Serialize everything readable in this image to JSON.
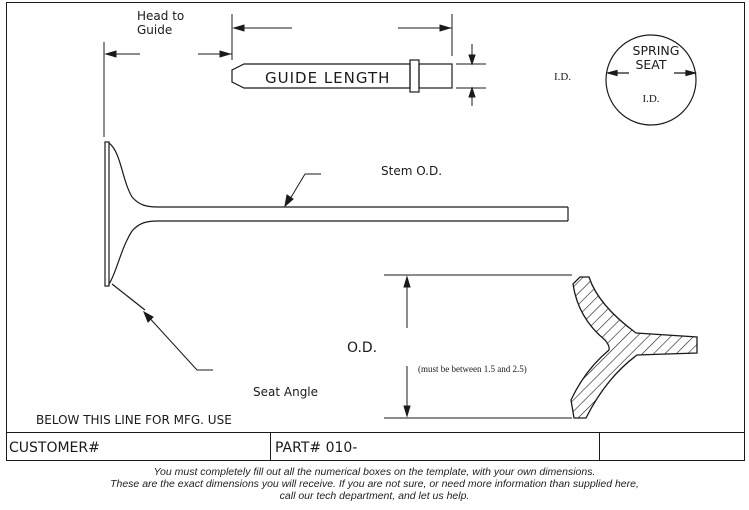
{
  "labels": {
    "head_to_guide_line1": "Head to",
    "head_to_guide_line2": "Guide",
    "guide_length": "GUIDE LENGTH",
    "guide_id": "I.D.",
    "spring_seat_line1": "SPRING",
    "spring_seat_line2": "SEAT",
    "spring_seat_id": "I.D.",
    "stem_od": "Stem O.D.",
    "seat_angle": "Seat Angle",
    "od": "O.D.",
    "od_range_note": "(must be between 1.5 and 2.5)",
    "mfg_line": "BELOW THIS LINE FOR MFG. USE"
  },
  "form": {
    "customer_label": "CUSTOMER#",
    "part_label": "PART# 010-"
  },
  "footer": {
    "line1": "You must completely fill out all the numerical boxes on the template, with your own dimensions.",
    "line2": "These are the exact dimensions you will receive. If you are not sure, or need more information than supplied here,",
    "line3": "call our tech department, and let us help."
  },
  "colors": {
    "ink": "#1a1a1a",
    "background": "#ffffff"
  }
}
